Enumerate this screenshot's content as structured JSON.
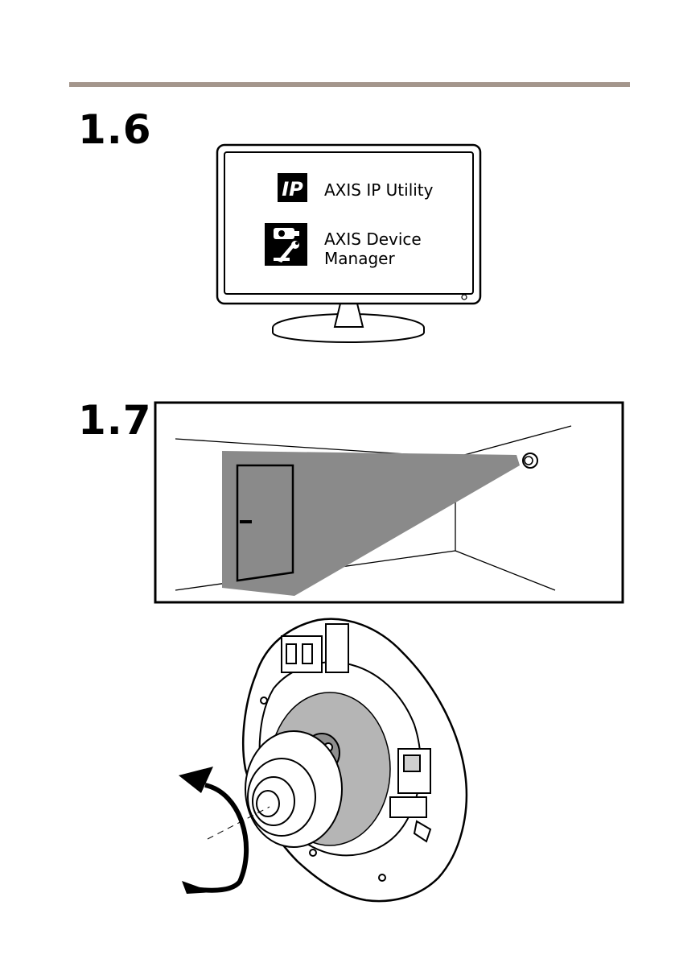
{
  "page": {
    "rule_color": "#a4968c"
  },
  "steps": [
    {
      "number": "1.6"
    },
    {
      "number": "1.7"
    }
  ],
  "monitor": {
    "apps": [
      {
        "icon": "ip-icon",
        "icon_text": "IP",
        "label": "AXIS IP Utility"
      },
      {
        "icon": "device-manager-icon",
        "label_line1": "AXIS Device",
        "label_line2": "Manager"
      }
    ]
  },
  "room_scene": {
    "field_of_view_color": "#8a8a8a"
  }
}
